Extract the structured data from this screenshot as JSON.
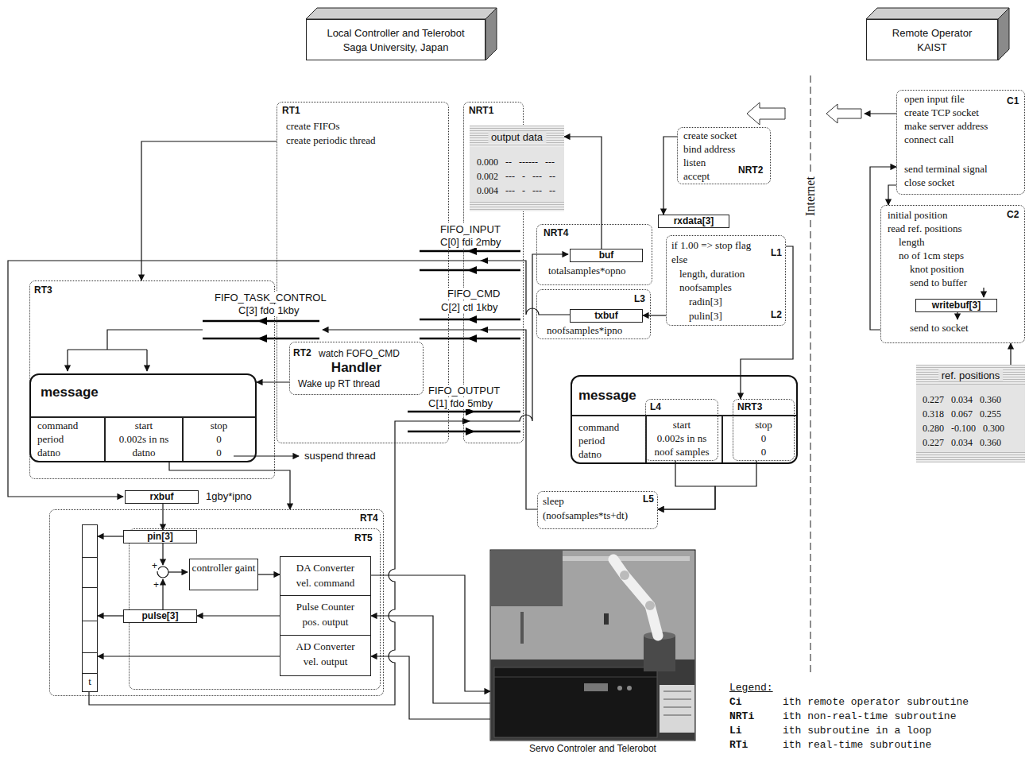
{
  "diagram": {
    "nodes": [
      {
        "text": [
          "Local Controller and Telerobot",
          "Saga University, Japan"
        ]
      },
      {
        "text": [
          "Remote Operator",
          "KAIST"
        ]
      },
      {
        "text": [
          "RT1",
          "create FIFOs",
          "create periodic thread"
        ]
      },
      {
        "text": [
          "NRT1"
        ]
      },
      {
        "text": [
          "output data",
          "0.000 -- ------ ---",
          "0.002 --- - --- --",
          "0.004 --- - --- --"
        ]
      },
      {
        "text": [
          "create socket",
          "bind address",
          "listen",
          "accept",
          "NRT2"
        ]
      },
      {
        "text": [
          "open input file",
          "create TCP socket",
          "make server address",
          "connect call",
          "send terminal signal",
          "close socket",
          "C1"
        ]
      },
      {
        "text": [
          "initial position",
          "read ref. positions",
          "length",
          "no of 1cm steps",
          "knot position",
          "send to buffer",
          "send to socket",
          "C2"
        ]
      },
      {
        "text": [
          "writebuf[3]"
        ],
        "in": 7
      },
      {
        "text": [
          "ref. positions",
          "0.227 0.034 0.360",
          "0.318 0.067 0.255",
          "0.280 -0.100 0.300",
          "0.227 0.034 0.360"
        ]
      },
      {
        "text": [
          "rxdata[3]"
        ]
      },
      {
        "text": [
          "if 1.00 => stop flag",
          "else",
          "length, duration",
          "noofsamples",
          "radin[3]",
          "pulin[3]",
          "L1",
          "L2"
        ]
      },
      {
        "text": [
          "NRT4",
          "totalsamples*opno"
        ]
      },
      {
        "text": [
          "buf"
        ],
        "in": 12
      },
      {
        "text": [
          "L3",
          "noofsamples*ipno"
        ]
      },
      {
        "text": [
          "txbuf"
        ],
        "in": 14
      },
      {
        "text": [
          "RT3"
        ]
      },
      {
        "text": [
          "message",
          "command",
          "period",
          "datno",
          "start",
          "0.002s in ns",
          "datno",
          "stop",
          "0",
          "0"
        ],
        "in": 16
      },
      {
        "text": [
          "RT2",
          "watch FOFO_CMD",
          "Handler",
          "Wake up RT thread"
        ],
        "in": 2
      },
      {
        "text": [
          "message",
          "command",
          "period",
          "datno"
        ]
      },
      {
        "text": [
          "L4",
          "start",
          "0.002s in ns",
          "noof samples"
        ],
        "in": 19
      },
      {
        "text": [
          "NRT3",
          "stop",
          "0",
          "0"
        ],
        "in": 19
      },
      {
        "text": [
          "sleep",
          "(noofsamples*ts+dt)",
          "L5"
        ]
      },
      {
        "text": [
          "rxbuf"
        ]
      },
      {
        "text": [
          "RT4"
        ]
      },
      {
        "text": [
          "RT5"
        ],
        "in": 24
      },
      {
        "text": [
          "pin[3]"
        ],
        "in": 24
      },
      {
        "text": [
          "pulse[3]"
        ],
        "in": 24
      },
      {
        "text": [
          "controller gaint"
        ],
        "in": 25
      },
      {
        "text": [
          "DA Converter",
          "vel. command"
        ],
        "in": 25
      },
      {
        "text": [
          "Pulse Counter",
          "pos. output"
        ],
        "in": 25
      },
      {
        "text": [
          "AD Converter",
          "vel. output"
        ],
        "in": 25
      },
      {
        "text": [
          "t"
        ],
        "in": 24
      },
      {
        "text": [
          "Servo Controler and Telerobot"
        ]
      }
    ],
    "edges": [
      {
        "from": 5,
        "to": 10,
        "arrow": "to"
      },
      {
        "from": 13,
        "to": 4,
        "arrow": "to"
      },
      {
        "from": 11,
        "to": 15,
        "arrow": "to"
      },
      {
        "from": 9,
        "to": 7,
        "arrow": "to"
      },
      {
        "from": 18,
        "to": 17,
        "arrow": "to"
      },
      {
        "from": 2,
        "to": 16,
        "arrow": "to"
      },
      {
        "from": 11,
        "to": 21,
        "arrow": "to"
      },
      {
        "from": 20,
        "to": 22,
        "arrow": "to"
      },
      {
        "from": 21,
        "to": 22,
        "arrow": "to"
      },
      {
        "from": 17,
        "to": 24,
        "arrow": "to"
      },
      {
        "from": 23,
        "to": 26,
        "arrow": "to"
      },
      {
        "from": 26,
        "to": 32,
        "arrow": "to"
      },
      {
        "from": 27,
        "to": 32,
        "arrow": "to"
      },
      {
        "from": 31,
        "to": 32,
        "arrow": "to"
      },
      {
        "from": 28,
        "to": 29,
        "arrow": "to"
      },
      {
        "from": 30,
        "to": 27,
        "arrow": "to"
      },
      {
        "from": 29,
        "to": 33,
        "arrow": "to"
      },
      {
        "from": 33,
        "to": 30,
        "arrow": "to"
      },
      {
        "from": 33,
        "to": 31,
        "arrow": "to"
      },
      {
        "from": 6,
        "to": 7,
        "arrow": "to"
      },
      {
        "from": 7,
        "to": 6,
        "arrow": "to"
      }
    ],
    "labels": [
      "Internet",
      "FIFO_INPUT",
      "C[0] fdi 2mby",
      "FIFO_CMD",
      "C[2] ctl 1kby",
      "FIFO_OUTPUT",
      "C[1] fdo 5mby",
      "FIFO_TASK_CONTROL",
      "C[3] fdo 1kby",
      "suspend thread",
      "1gby*ipno",
      "+",
      "+",
      "Legend:",
      "Ci",
      "NRTi",
      "Li",
      "RTi"
    ],
    "legend": [
      {
        "text": "ith remote operator subroutine"
      },
      {
        "text": "ith non-real-time subroutine"
      },
      {
        "text": "ith subroutine in a loop"
      },
      {
        "text": "ith real-time subroutine"
      }
    ]
  }
}
